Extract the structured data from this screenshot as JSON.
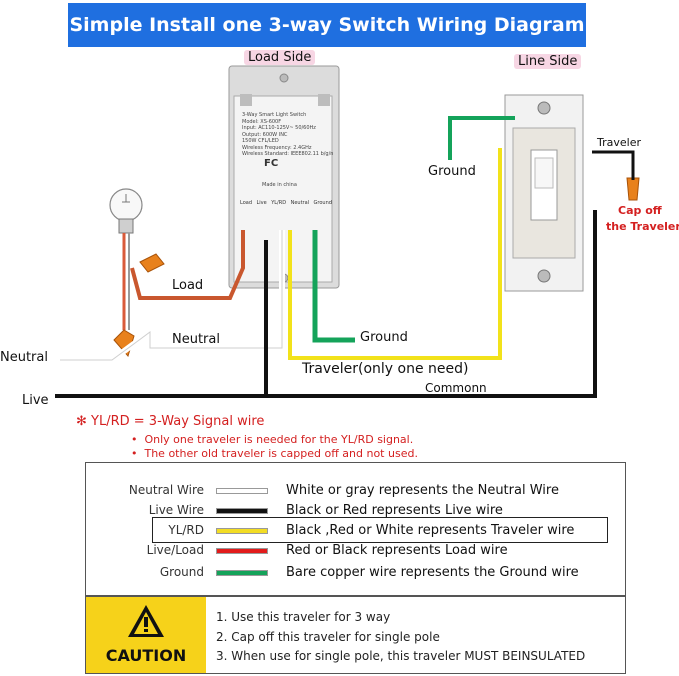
{
  "title": "Simple Install one 3-way Switch Wiring Diagram",
  "labels": {
    "load_side": "Load Side",
    "line_side": "Line Side",
    "traveler_top": "Traveler",
    "cap_off_line1": "Cap off",
    "cap_off_line2": "the Traveler",
    "ground_right": "Ground",
    "load": "Load",
    "neutral_mid": "Neutral",
    "ground_bottom": "Ground",
    "neutral_left": "Neutral",
    "traveler_note": "Traveler(only one need)",
    "commonn": "Commonn",
    "live": "Live"
  },
  "smart_switch": {
    "line1": "3-Way Smart Light Switch",
    "line2": "Model: XS-600F",
    "line3": "Input: AC110-125V~ 50/60Hz",
    "line4": "Output: 600W INC",
    "line5": "150W CFL/LED",
    "line6": "Wireless Frequency: 2.4GHz",
    "line7": "Wireless Standard: IEEE802.11 b/g/n",
    "fc": "FC",
    "made_in": "Made in china",
    "terminals": [
      "Load",
      "Live",
      "YL/RD",
      "Neutral",
      "Ground"
    ]
  },
  "signal_note": {
    "heading": "YL/RD = 3-Way Signal wire",
    "bullet1": "Only one traveler is needed for the YL/RD signal.",
    "bullet2": "The other old traveler is capped off and not used."
  },
  "legend": [
    {
      "name": "Neutral Wire",
      "color": "#ffffff",
      "desc": "White or gray represents the Neutral Wire"
    },
    {
      "name": "Live Wire",
      "color": "#111111",
      "desc": "Black or Red represents Live wire"
    },
    {
      "name": "YL/RD",
      "color": "#f2dc24",
      "desc": "Black ,Red or  White represents Traveler wire"
    },
    {
      "name": "Live/Load",
      "color": "#e21b1b",
      "desc": "Red or Black represents Load wire"
    },
    {
      "name": "Ground",
      "color": "#14a35a",
      "desc": "Bare copper wire represents the Ground wire"
    }
  ],
  "caution": {
    "label": "CAUTION",
    "item1": "1. Use this traveler for 3 way",
    "item2": "2. Cap off this traveler for single pole",
    "item3": "3. When use for single pole, this traveler MUST BEINSULATED"
  },
  "colors": {
    "title_bg": "#1f6fe0",
    "caution_bg": "#f6d21a",
    "traveler": "#f2e21a",
    "ground": "#14a35a",
    "load": "#c9572e",
    "note_red": "#d42020"
  }
}
